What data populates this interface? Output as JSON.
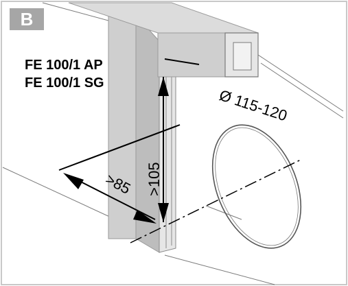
{
  "panel_label": "B",
  "models": [
    "FE 100/1 AP",
    "FE 100/1 SG"
  ],
  "dimensions": {
    "diameter": "Ø 115-120",
    "height": ">105",
    "depth": ">85"
  },
  "colors": {
    "frame_border": "#c8c8c8",
    "badge_bg": "#a6a6a6",
    "profile_fill": "#cfcfcf",
    "profile_side": "#dcdcdc",
    "line": "#000000",
    "wall_line": "#7a7a7a"
  }
}
